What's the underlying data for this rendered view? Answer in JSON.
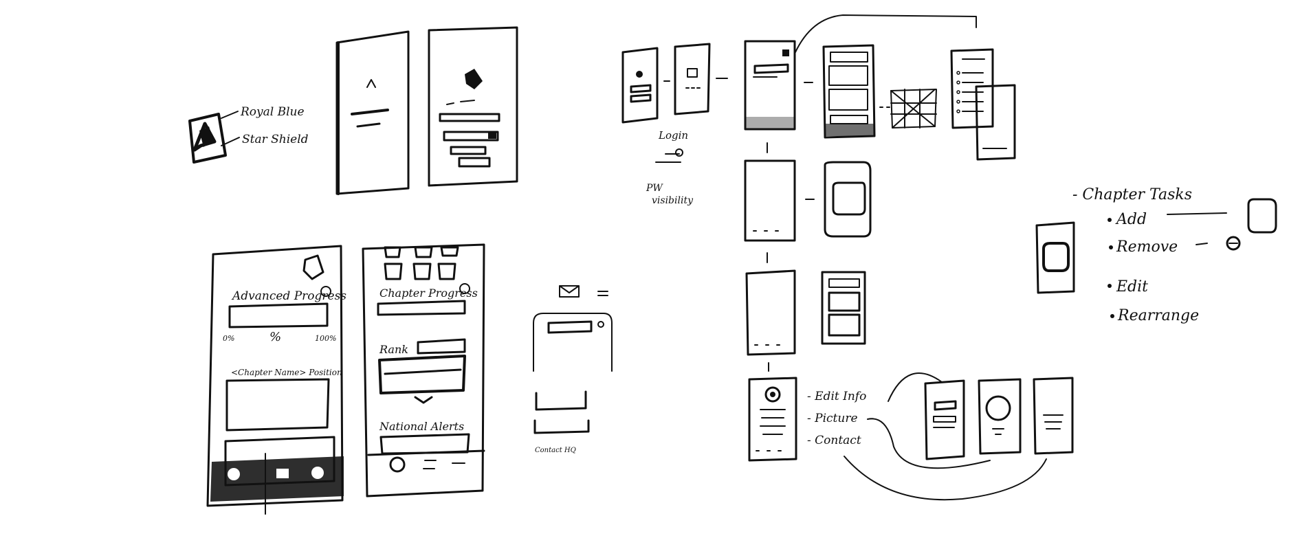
{
  "logo_notes": {
    "line1": "Royal Blue",
    "line2": "Star Shield"
  },
  "dashboard_advanced": {
    "title": "Advanced Progress",
    "left_pct": "0%",
    "mid_pct": "%",
    "right_pct": "100%",
    "chapter_label": "<Chapter Name> Position"
  },
  "dashboard_chapter": {
    "title": "Chapter Progress",
    "rank_label": "Rank",
    "alerts_label": "National Alerts"
  },
  "contact": {
    "label": "Contact HQ"
  },
  "login_notes": {
    "login": "Login",
    "pw_visibility_1": "PW",
    "pw_visibility_2": "visibility"
  },
  "profile_notes": {
    "edit_info": "- Edit Info",
    "picture": "- Picture",
    "contact": "- Contact"
  },
  "tasks_notes": {
    "title": "- Chapter Tasks",
    "add": "Add",
    "remove": "Remove",
    "edit": "Edit",
    "rearrange": "Rearrange"
  },
  "colors": {
    "ink": "#111111",
    "paper": "#ffffff"
  }
}
